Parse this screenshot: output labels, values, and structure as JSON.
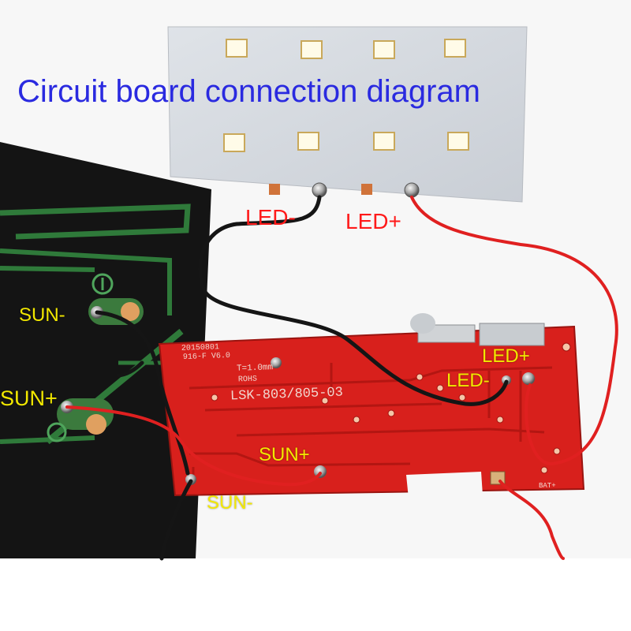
{
  "title": "Circuit board connection diagram",
  "labels": {
    "led_minus_top": "LED-",
    "led_plus_top": "LED+",
    "sun_minus_left": "SUN-",
    "sun_plus_left": "SUN+",
    "led_plus_board": "LED+",
    "led_minus_board": "LED-",
    "sun_plus_board": "SUN+",
    "sun_minus_board": "SUN-"
  },
  "board_text": {
    "date": "20150801",
    "version": "916-F V6.0",
    "thickness": "T=1.0mm",
    "rohs": "ROHS",
    "model": "LSK-803/805-03",
    "bat": "BAT+"
  },
  "colors": {
    "title": "#2a2ae0",
    "pcb": "#d8201c",
    "led_board": "#d7dbe0",
    "solar_panel": "#111111",
    "wire_red": "#e02020",
    "wire_black": "#151515",
    "label_yellow": "#f2e800",
    "label_red": "#ff1a1a"
  }
}
